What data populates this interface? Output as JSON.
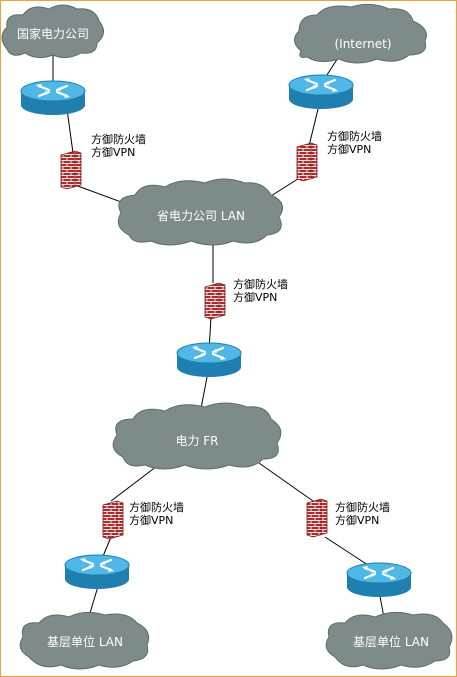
{
  "colors": {
    "cloud": "#7d8b8b",
    "cloud_edge": "#5f6b6b",
    "router_top": "#4fb8e4",
    "router_side": "#1f7fb0",
    "firewall": "#b02a2a",
    "mortar": "#f0e6e6",
    "link": "#000000",
    "frame": "#f0a040"
  },
  "clouds": {
    "national": "国家电力公司",
    "internet": "(Internet)",
    "provincial": "省电力公司 LAN",
    "fr": "电力 FR",
    "base_left": "基层单位 LAN",
    "base_right": "基层单位 LAN"
  },
  "firewalls": {
    "fw1": {
      "line1": "方御防火墙",
      "line2": "方御VPN"
    },
    "fw2": {
      "line1": "方御防火墙",
      "line2": "方御VPN"
    },
    "fw3": {
      "line1": "方御防火墙",
      "line2": "方御VPN"
    },
    "fw4": {
      "line1": "方御防火墙",
      "line2": "方御VPN"
    },
    "fw5": {
      "line1": "方御防火墙",
      "line2": "方御VPN"
    }
  },
  "icons": {
    "router": "router-icon",
    "firewall": "firewall-icon",
    "cloud": "cloud-icon"
  }
}
